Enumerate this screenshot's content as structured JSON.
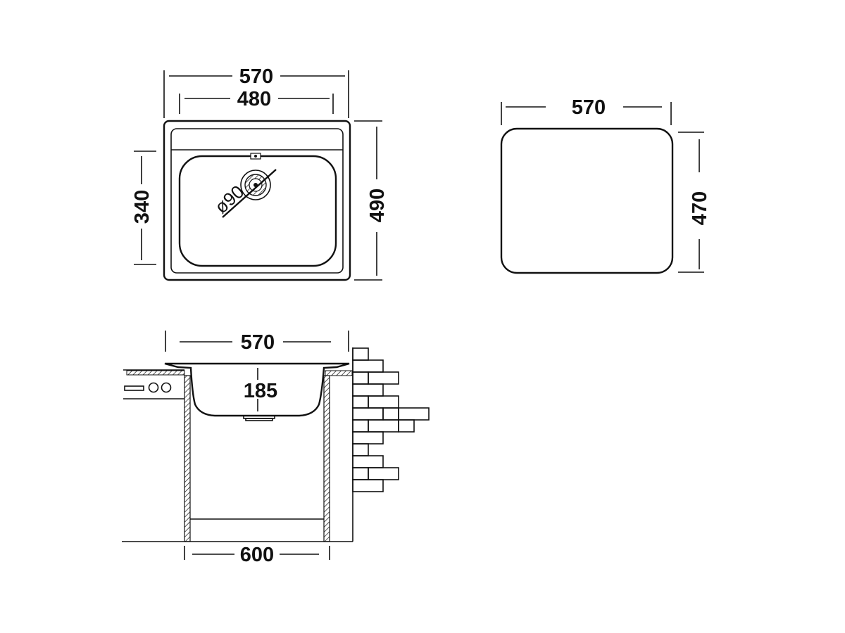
{
  "top_view": {
    "overall_width": "570",
    "bowl_width": "480",
    "bowl_length": "340",
    "overall_length": "490",
    "drain_diameter": "ø90"
  },
  "cutout_view": {
    "width": "570",
    "length": "470"
  },
  "side_view": {
    "sink_width": "570",
    "bowl_depth": "185",
    "cabinet_width": "600"
  }
}
